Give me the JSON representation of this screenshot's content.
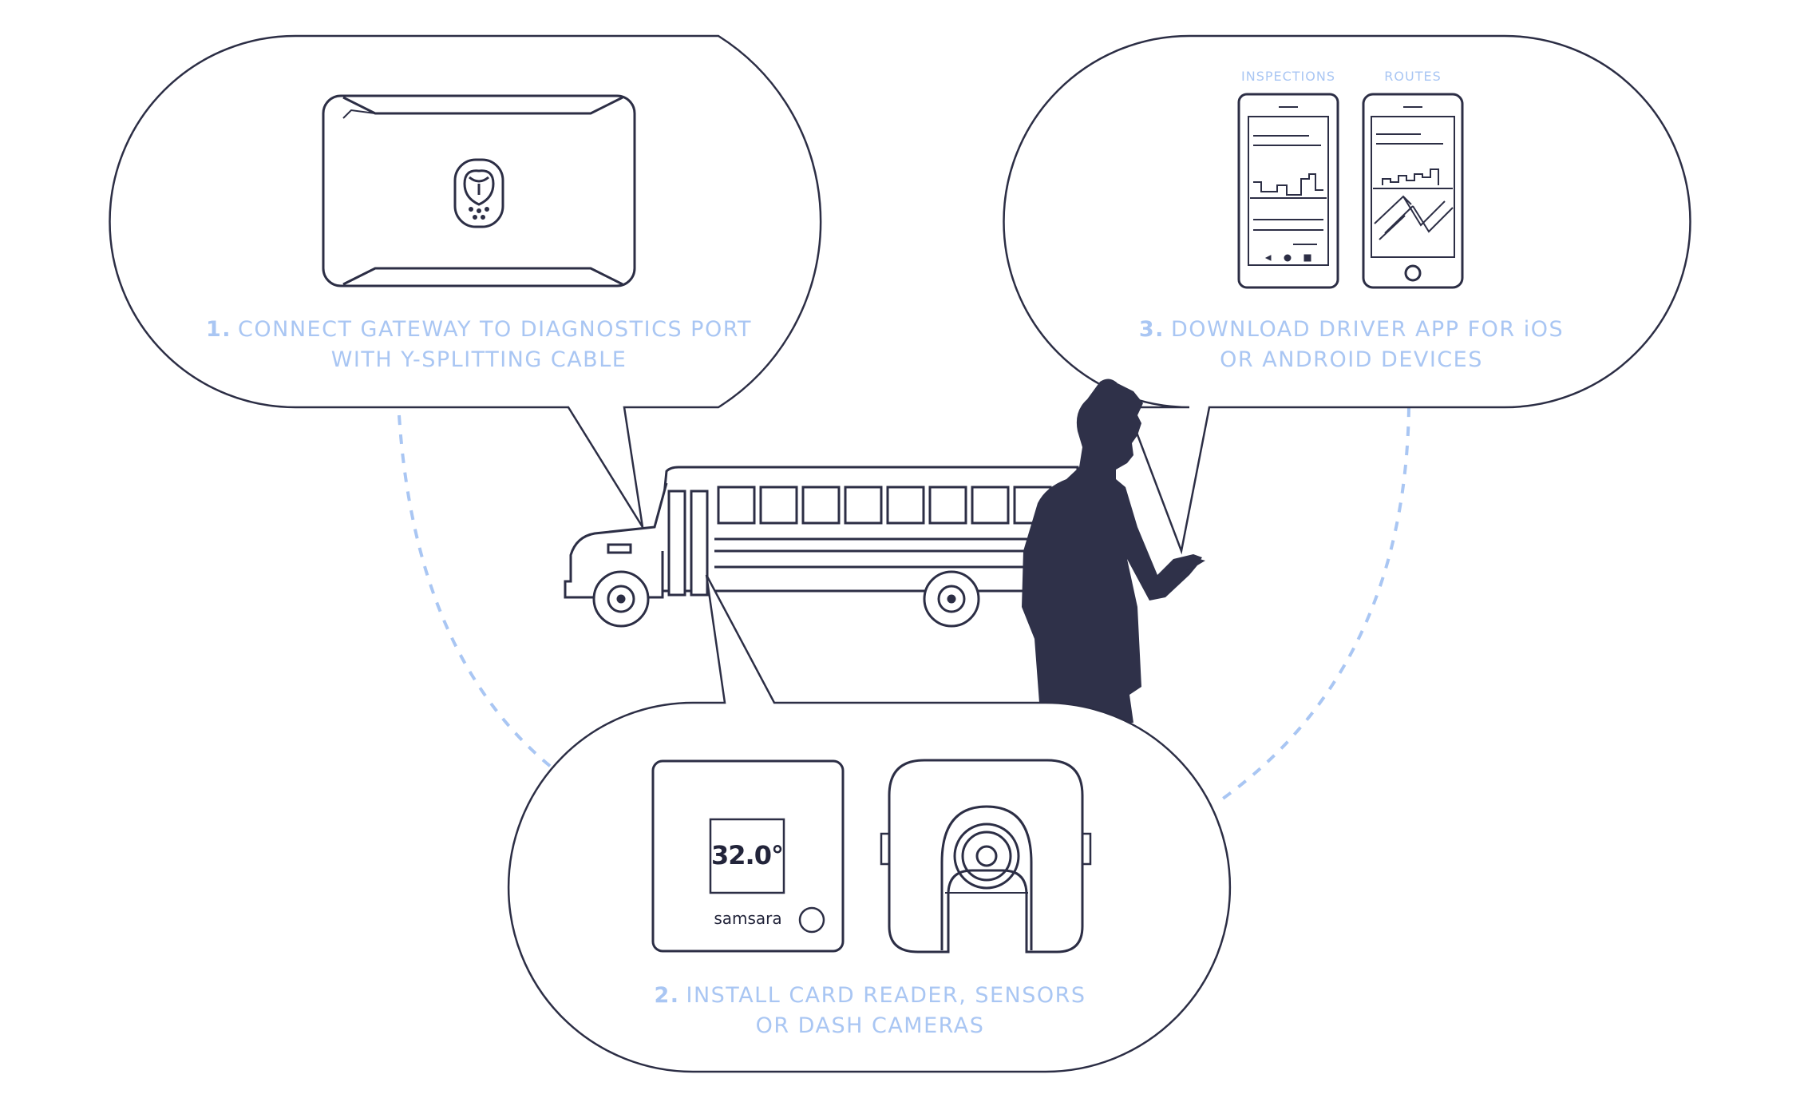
{
  "steps": [
    {
      "number": "1.",
      "line1": "CONNECT GATEWAY TO DIAGNOSTICS PORT",
      "line2": "WITH Y-SPLITTING CABLE"
    },
    {
      "number": "2.",
      "line1": "INSTALL CARD READER, SENSORS",
      "line2": "OR DASH CAMERAS"
    },
    {
      "number": "3.",
      "line1": "DOWNLOAD DRIVER APP FOR iOS",
      "line2": "OR ANDROID DEVICES"
    }
  ],
  "phones": {
    "left_caption": "INSPECTIONS",
    "right_caption": "ROUTES"
  },
  "sensor": {
    "reading": "32.0°",
    "brand": "samsara"
  },
  "colors": {
    "line": "#2c2e45",
    "accent": "#a9c6f3",
    "silhouette": "#2f3149"
  },
  "icons": [
    "owl-logo-icon",
    "camera-lens-icon",
    "bus-icon",
    "person-silhouette-icon"
  ]
}
